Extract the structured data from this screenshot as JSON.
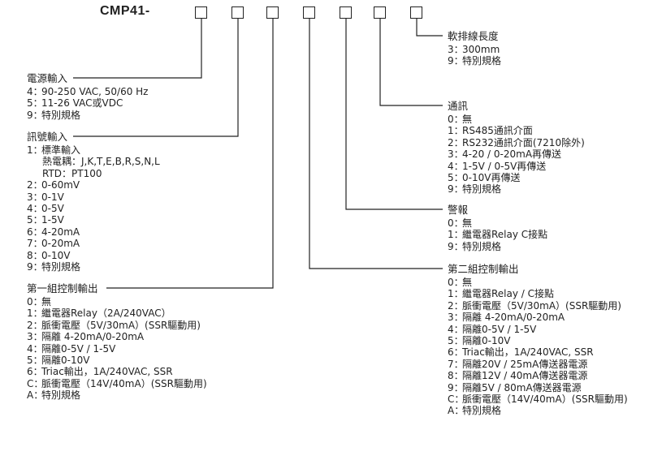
{
  "model": {
    "label": "CMP41-"
  },
  "left": {
    "power": {
      "title": "電源輸入",
      "items": [
        {
          "key": "4：",
          "text": "90-250 VAC, 50/60 Hz"
        },
        {
          "key": "5：",
          "text": "11-26 VAC或VDC"
        },
        {
          "key": "9：",
          "text": "特別規格"
        }
      ]
    },
    "signal": {
      "title": "訊號輸入",
      "items": [
        {
          "key": "1：",
          "text": "標準輸入"
        },
        {
          "key": "",
          "text": "熱電耦：J,K,T,E,B,R,S,N,L"
        },
        {
          "key": "",
          "text": "RTD：PT100"
        },
        {
          "key": "2：",
          "text": "0-60mV"
        },
        {
          "key": "3：",
          "text": "0-1V"
        },
        {
          "key": "4：",
          "text": "0-5V"
        },
        {
          "key": "5：",
          "text": "1-5V"
        },
        {
          "key": "6：",
          "text": "4-20mA"
        },
        {
          "key": "7：",
          "text": "0-20mA"
        },
        {
          "key": "8：",
          "text": "0-10V"
        },
        {
          "key": "9：",
          "text": "特別規格"
        }
      ]
    },
    "control1": {
      "title": "第一組控制輸出",
      "items": [
        {
          "key": "0：",
          "text": "無"
        },
        {
          "key": "1：",
          "text": "繼電器Relay（2A/240VAC）"
        },
        {
          "key": "2：",
          "text": "脈衝電壓（5V/30mA）(SSR驅動用)"
        },
        {
          "key": "3：",
          "text": "隔離 4-20mA/0-20mA"
        },
        {
          "key": "4：",
          "text": "隔離0-5V / 1-5V"
        },
        {
          "key": "5：",
          "text": "隔離0-10V"
        },
        {
          "key": "6：",
          "text": "Triac輸出，1A/240VAC, SSR"
        },
        {
          "key": "C：",
          "text": "脈衝電壓（14V/40mA）(SSR驅動用)"
        },
        {
          "key": "A：",
          "text": "特別規格"
        }
      ]
    }
  },
  "right": {
    "cable": {
      "title": "軟排線長度",
      "items": [
        {
          "key": "3：",
          "text": "300mm"
        },
        {
          "key": "9：",
          "text": "特別規格"
        }
      ]
    },
    "comm": {
      "title": "通訊",
      "items": [
        {
          "key": "0：",
          "text": "無"
        },
        {
          "key": "1：",
          "text": "RS485通訊介面"
        },
        {
          "key": "2：",
          "text": "RS232通訊介面(7210除外)"
        },
        {
          "key": "3：",
          "text": "4-20 / 0-20mA再傳送"
        },
        {
          "key": "4：",
          "text": "1-5V / 0-5V再傳送"
        },
        {
          "key": "5：",
          "text": "0-10V再傳送"
        },
        {
          "key": "9：",
          "text": "特別規格"
        }
      ]
    },
    "alarm": {
      "title": "警報",
      "items": [
        {
          "key": "0：",
          "text": "無"
        },
        {
          "key": "1：",
          "text": "繼電器Relay C接點"
        },
        {
          "key": "9：",
          "text": "特別規格"
        }
      ]
    },
    "control2": {
      "title": "第二組控制輸出",
      "items": [
        {
          "key": "0：",
          "text": "無"
        },
        {
          "key": "1：",
          "text": "繼電器Relay / C接點"
        },
        {
          "key": "2：",
          "text": "脈衝電壓（5V/30mA）(SSR驅動用)"
        },
        {
          "key": "3：",
          "text": "隔離 4-20mA/0-20mA"
        },
        {
          "key": "4：",
          "text": "隔離0-5V / 1-5V"
        },
        {
          "key": "5：",
          "text": "隔離0-10V"
        },
        {
          "key": "6：",
          "text": "Triac輸出，1A/240VAC, SSR"
        },
        {
          "key": "7：",
          "text": "隔離20V / 25mA傳送器電源"
        },
        {
          "key": "8：",
          "text": "隔離12V / 40mA傳送器電源"
        },
        {
          "key": "9：",
          "text": "隔離5V / 80mA傳送器電源"
        },
        {
          "key": "C：",
          "text": "脈衝電壓（14V/40mA）(SSR驅動用)"
        },
        {
          "key": "A：",
          "text": "特別規格"
        }
      ]
    }
  }
}
